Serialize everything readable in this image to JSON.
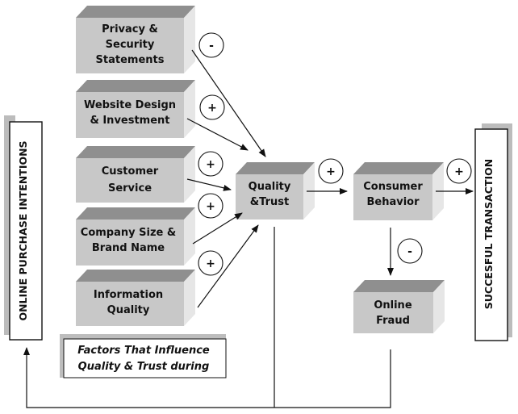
{
  "left_bar": {
    "label": "ONLINE PURCHASE INTENTIONS"
  },
  "right_bar": {
    "label": "SUCCESFUL TRANSACTION"
  },
  "factors": [
    {
      "lines": [
        "Privacy &",
        "Security",
        "Statements"
      ],
      "sign": "-"
    },
    {
      "lines": [
        "Website Design",
        "& Investment"
      ],
      "sign": "+"
    },
    {
      "lines": [
        "Customer",
        "Service"
      ],
      "sign": "+"
    },
    {
      "lines": [
        "Company Size &",
        "Brand Name"
      ],
      "sign": "+"
    },
    {
      "lines": [
        "Information",
        "Quality"
      ],
      "sign": "+"
    }
  ],
  "quality_trust": {
    "lines": [
      "Quality",
      "&Trust"
    ]
  },
  "consumer_behavior": {
    "lines": [
      "Consumer",
      "Behavior"
    ]
  },
  "online_fraud": {
    "lines": [
      "Online",
      "Fraud"
    ]
  },
  "signs": {
    "quality_to_behavior": "+",
    "behavior_to_transaction": "+",
    "behavior_to_fraud": "-"
  },
  "caption": {
    "lines": [
      "Factors That Influence",
      "Quality & Trust during"
    ]
  }
}
